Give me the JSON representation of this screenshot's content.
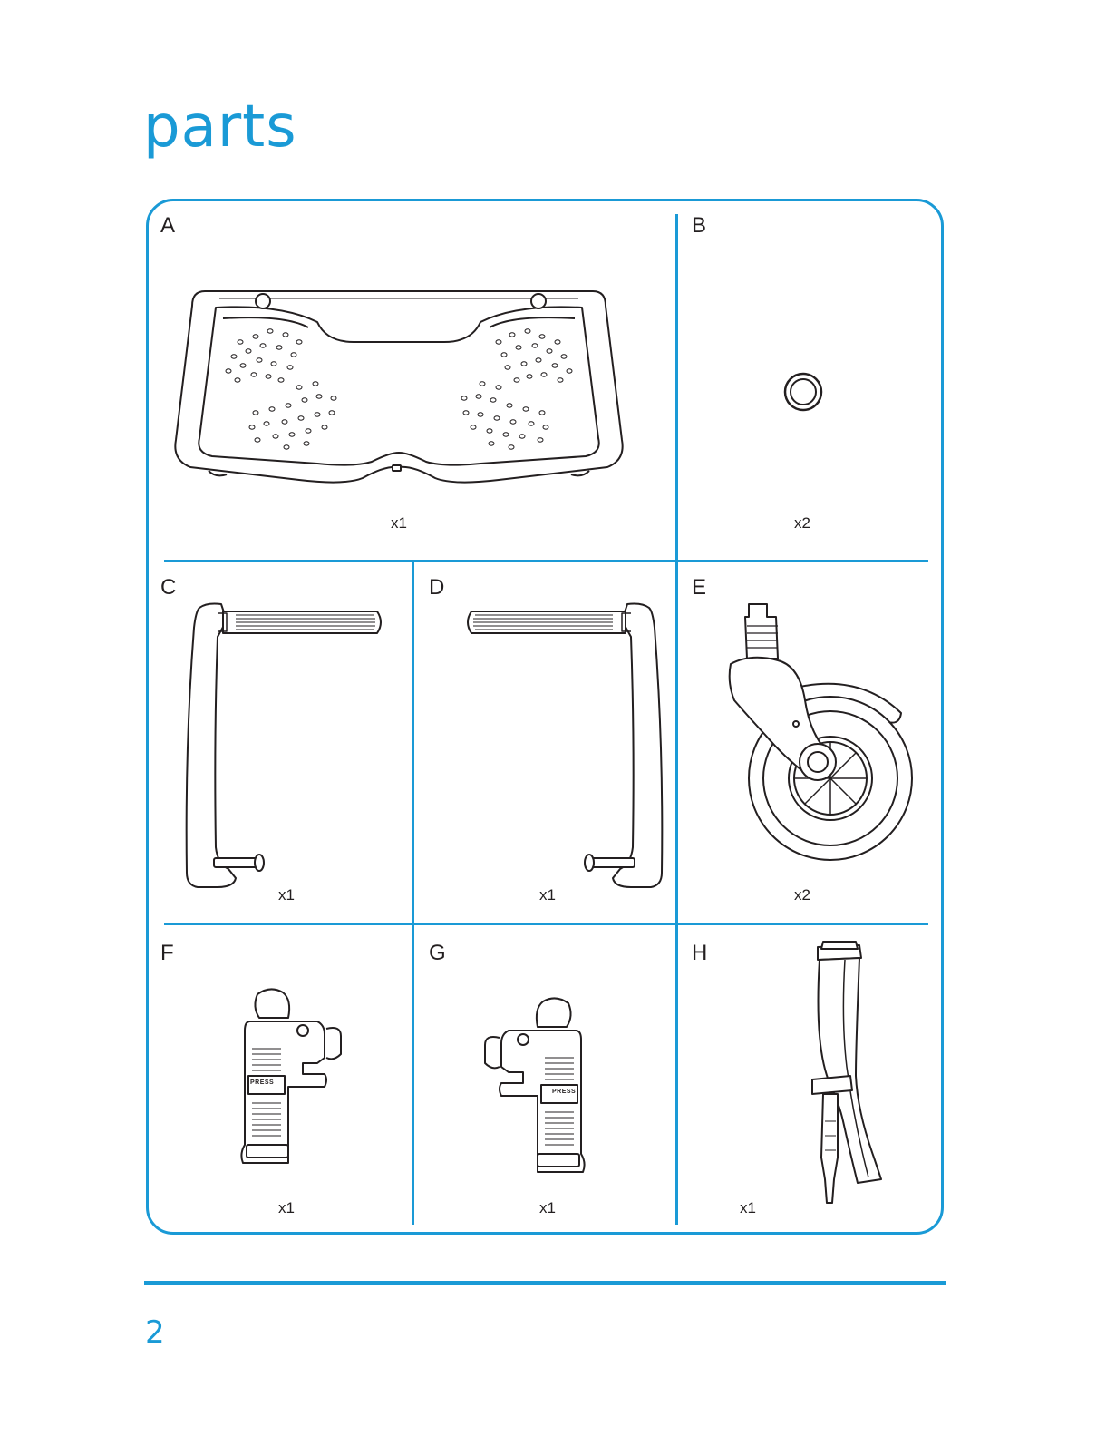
{
  "page": {
    "title": "parts",
    "page_number": "2"
  },
  "parts": [
    {
      "letter": "A",
      "name": "board",
      "quantity": "x1"
    },
    {
      "letter": "B",
      "name": "ring",
      "quantity": "x2"
    },
    {
      "letter": "C",
      "name": "left-frame",
      "quantity": "x1"
    },
    {
      "letter": "D",
      "name": "right-frame",
      "quantity": "x1"
    },
    {
      "letter": "E",
      "name": "caster-wheel",
      "quantity": "x2"
    },
    {
      "letter": "F",
      "name": "left-clamp",
      "quantity": "x1",
      "label_text": "PRESS"
    },
    {
      "letter": "G",
      "name": "right-clamp",
      "quantity": "x1",
      "label_text": "PRESS"
    },
    {
      "letter": "H",
      "name": "strap",
      "quantity": "x1"
    }
  ],
  "colors": {
    "accent": "#1a9ad6",
    "ink": "#231f20"
  }
}
